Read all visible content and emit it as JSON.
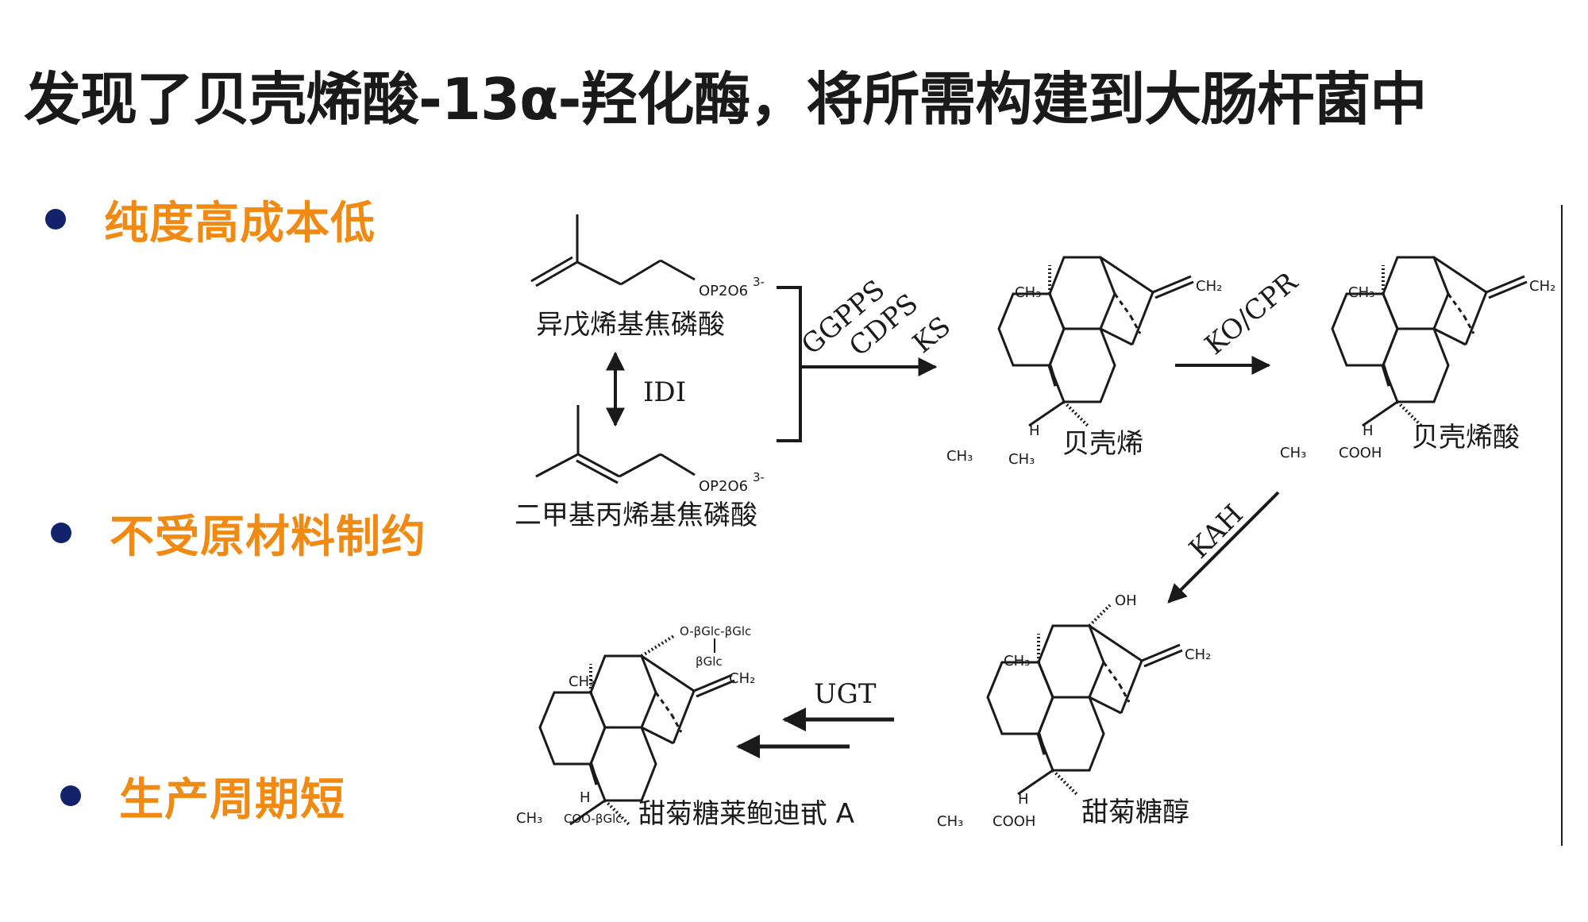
{
  "title": "发现了贝壳烯酸-13α-羟化酶，将所需构建到大肠杆菌中",
  "bullets": [
    {
      "text": "纯度高成本低"
    },
    {
      "text": "不受原材料制约"
    },
    {
      "text": "生产周期短"
    }
  ],
  "colors": {
    "bullet_dot": "#12226b",
    "bullet_text": "#f08a12",
    "title": "#1a1a1a"
  },
  "diagram": {
    "ipp": {
      "name": "异戊烯基焦磷酸",
      "group": "OP2O6",
      "charge": "3-"
    },
    "dmapp": {
      "name": "二甲基丙烯基焦磷酸",
      "group": "OP2O6",
      "charge": "3-"
    },
    "idi_label": "IDI",
    "enzymes_first": [
      "GGPPS",
      "CDPS",
      "KS"
    ],
    "kaurene": {
      "name": "贝壳烯"
    },
    "ko_cpr_label": "KO/CPR",
    "kaurenoic_acid": {
      "name": "贝壳烯酸"
    },
    "kah_label": "KAH",
    "steviol": {
      "name": "甜菊糖醇"
    },
    "ugt_label": "UGT",
    "rebaudioside": {
      "name": "甜菊糖莱鲍迪甙 A",
      "top_group": "O-βGlc-βGlc",
      "branch_group": "βGlc",
      "acid_group": "COO-βGlc"
    },
    "atoms": {
      "ch3": "CH₃",
      "ch2": "CH₂",
      "h": "H",
      "cooh": "COOH",
      "oh": "OH"
    }
  }
}
